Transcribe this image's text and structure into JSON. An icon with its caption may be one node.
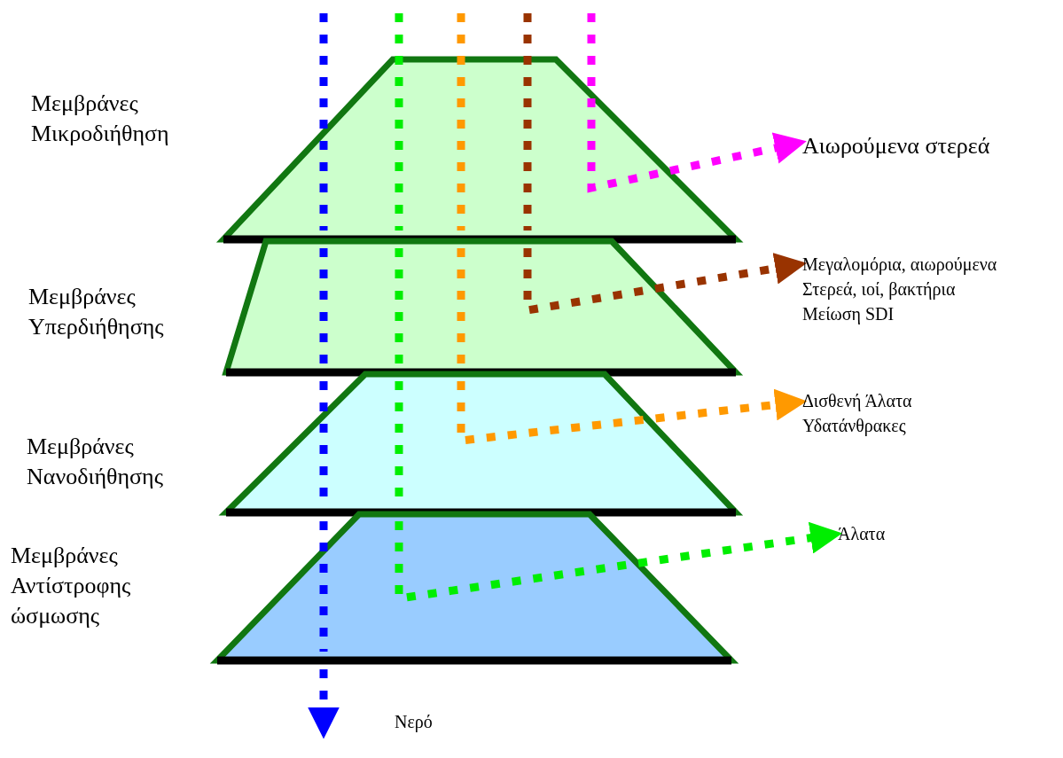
{
  "diagram": {
    "nodes": [
      {
        "text": [
          "Μεμβράνες Μικροδιήθηση"
        ]
      },
      {
        "text": [
          "Μεμβράνες Υπερδιήθησης"
        ]
      },
      {
        "text": [
          "Μεμβράνες Νανοδιήθησης"
        ]
      },
      {
        "text": [
          "Μεμβράνες Αντίστροφης ώσμωσης"
        ]
      },
      {
        "text": [
          "Αιωρούμενα στερεά"
        ]
      },
      {
        "text": [
          "Μεγαλομόρια, αιωρούμενα",
          "Στερεά, ιοί, βακτήρια",
          "Μείωση SDI"
        ]
      },
      {
        "text": [
          "Δισθενή Άλατα",
          "Υδατάνθρακες"
        ]
      },
      {
        "text": [
          "Άλατα"
        ]
      },
      {
        "text": [
          "Νερό"
        ]
      }
    ],
    "edges": [
      {
        "from": null,
        "to": 4,
        "arrow": "to",
        "color": "#ff00ff"
      },
      {
        "from": null,
        "to": 5,
        "arrow": "to",
        "color": "#993300"
      },
      {
        "from": null,
        "to": 6,
        "arrow": "to",
        "color": "#ff9900"
      },
      {
        "from": null,
        "to": 7,
        "arrow": "to",
        "color": "#00ee00"
      },
      {
        "from": null,
        "to": 8,
        "arrow": "to",
        "color": "#0000ff"
      }
    ]
  }
}
